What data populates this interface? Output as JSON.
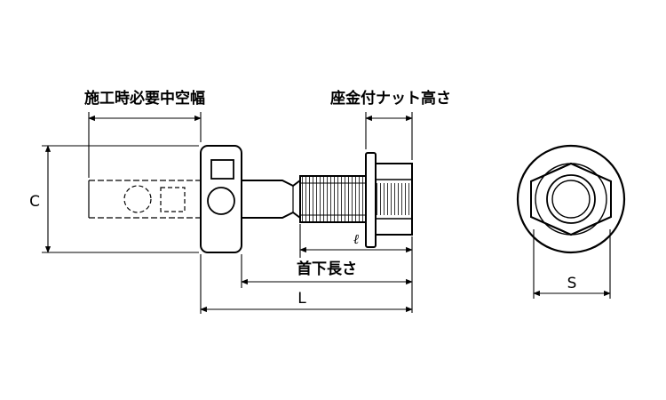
{
  "labels": {
    "hollow_width": "施工時必要中空幅",
    "flange_nut_height": "座金付ナット高さ",
    "thread_length": "ℓ",
    "under_head_length": "首下長さ",
    "total_length": "L",
    "c_dim": "C",
    "s_dim": "S"
  }
}
